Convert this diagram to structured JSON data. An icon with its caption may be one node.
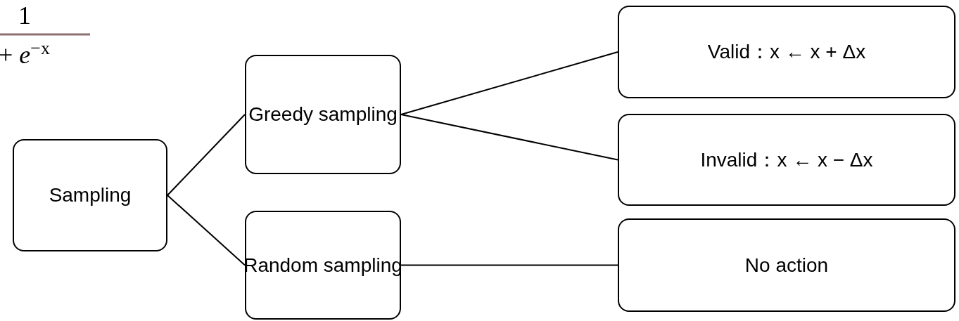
{
  "diagram": {
    "nodes": [
      {
        "text": [
          "Sampling"
        ]
      },
      {
        "text": [
          "Greedy sampling"
        ]
      },
      {
        "text": [
          "Random sampling"
        ]
      },
      {
        "text": [
          "Valid：x ← x + Δx"
        ]
      },
      {
        "text": [
          "Invalid：x ← x − Δx"
        ]
      },
      {
        "text": [
          "No action"
        ]
      }
    ],
    "edges": [
      {
        "from": 0,
        "to": 1,
        "arrow": "none"
      },
      {
        "from": 0,
        "to": 2,
        "arrow": "none"
      },
      {
        "from": 1,
        "to": 3,
        "arrow": "none"
      },
      {
        "from": 1,
        "to": 4,
        "arrow": "none"
      },
      {
        "from": 2,
        "to": 5,
        "arrow": "none"
      }
    ],
    "labels": [
      "1",
      "+ *e*$^{−x}$"
    ]
  }
}
